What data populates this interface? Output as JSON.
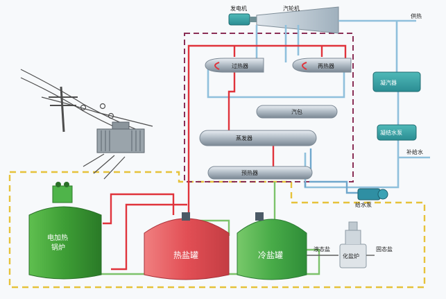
{
  "labels": {
    "generator": "发电机",
    "turbine": "汽轮机",
    "heat_supply": "供热",
    "superheater": "过热器",
    "reheater": "再热器",
    "drum": "汽包",
    "evaporator": "蒸发器",
    "preheater": "预热器",
    "condenser": "凝汽器",
    "condensate_pump": "凝结水泵",
    "makeup_water": "补给水",
    "feed_pump": "给水泵",
    "electric_boiler_line1": "电加热",
    "electric_boiler_line2": "锅炉",
    "hot_salt_tank": "热盐罐",
    "cold_salt_tank": "冷盐罐",
    "melter": "化盐炉",
    "salt_in": "固态盐",
    "salt_out": "液态盐"
  },
  "colors": {
    "hot_salt_line": "#e0333b",
    "cold_salt_line": "#7cc26a",
    "water_line": "#7fb3d3",
    "steam_line": "#7fb3d3",
    "dashed_boundary_yellow": "#e6c23a",
    "dashed_boundary_purple": "#8a2e55",
    "tank_green": "#3f9b3a",
    "tank_red": "#e45a5e",
    "tank_cold": "#4db45a"
  }
}
